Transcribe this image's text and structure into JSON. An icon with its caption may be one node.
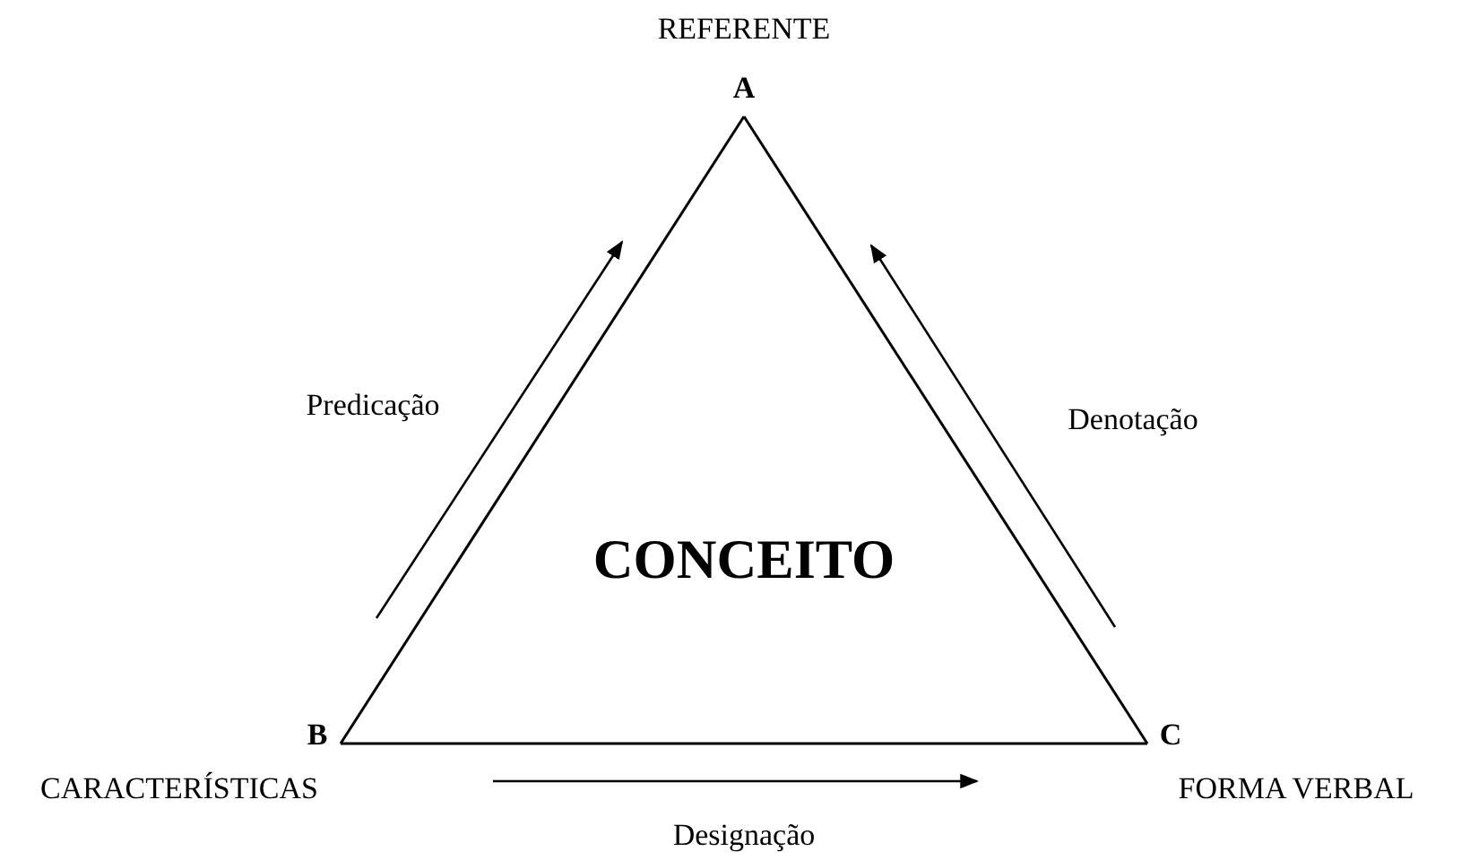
{
  "diagram": {
    "nodes": [
      {
        "text": [
          "A"
        ],
        "beside": [
          "REFERENTE"
        ]
      },
      {
        "text": [
          "B"
        ],
        "beside": [
          "CARACTERÍSTICAS"
        ]
      },
      {
        "text": [
          "C"
        ],
        "beside": [
          "FORMA VERBAL"
        ]
      }
    ],
    "edges": [
      {
        "from": 1,
        "to": 0,
        "arrow": "none"
      },
      {
        "from": 0,
        "to": 2,
        "arrow": "none"
      },
      {
        "from": 1,
        "to": 2,
        "arrow": "none"
      }
    ],
    "labels": [
      "Predicação",
      "Denotação",
      "CONCEITO",
      "Designação"
    ]
  }
}
